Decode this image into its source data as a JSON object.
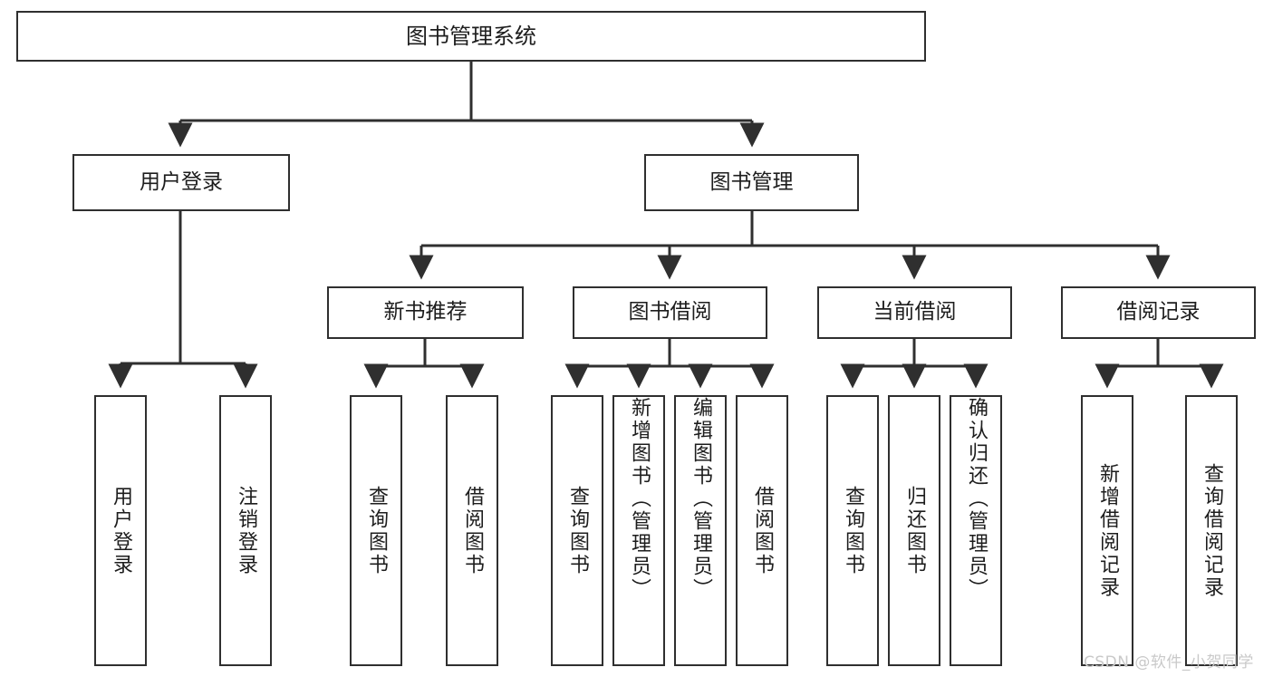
{
  "diagram": {
    "title": "图书管理系统",
    "watermark": "CSDN @软件_小贺同学",
    "colors": {
      "box_border": "#2f2f2f",
      "box_fill": "#ffffff",
      "connector": "#2f2f2f",
      "text": "#1d1d1d",
      "watermark": "#c9c9c9",
      "background": "#ffffff"
    },
    "levels": {
      "root": "图书管理系统",
      "level2": [
        "用户登录",
        "图书管理"
      ],
      "level3": [
        "新书推荐",
        "图书借阅",
        "当前借阅",
        "借阅记录"
      ]
    },
    "nodes": {
      "root": {
        "label": "图书管理系统"
      },
      "user_login": {
        "label": "用户登录"
      },
      "book_manage": {
        "label": "图书管理"
      },
      "new_book_rec": {
        "label": "新书推荐"
      },
      "book_borrow": {
        "label": "图书借阅"
      },
      "current_borrow": {
        "label": "当前借阅"
      },
      "borrow_record": {
        "label": "借阅记录"
      },
      "leaf_user_login": {
        "label": "用户登录"
      },
      "leaf_logout": {
        "label": "注销登录"
      },
      "leaf_query_book_1": {
        "label": "查询图书"
      },
      "leaf_borrow_book_1": {
        "label": "借阅图书"
      },
      "leaf_query_book_2": {
        "label": "查询图书"
      },
      "leaf_add_book": {
        "label": "新增图书（管理员）"
      },
      "leaf_edit_book": {
        "label": "编辑图书（管理员）"
      },
      "leaf_borrow_book_2": {
        "label": "借阅图书"
      },
      "leaf_query_book_3": {
        "label": "查询图书"
      },
      "leaf_return_book": {
        "label": "归还图书"
      },
      "leaf_confirm_return": {
        "label": "确认归还（管理员）"
      },
      "leaf_add_record": {
        "label": "新增借阅记录"
      },
      "leaf_query_record": {
        "label": "查询借阅记录"
      }
    },
    "tree": {
      "图书管理系统": {
        "用户登录": [
          "用户登录",
          "注销登录"
        ],
        "图书管理": {
          "新书推荐": [
            "查询图书",
            "借阅图书"
          ],
          "图书借阅": [
            "查询图书",
            "新增图书（管理员）",
            "编辑图书（管理员）",
            "借阅图书"
          ],
          "当前借阅": [
            "查询图书",
            "归还图书",
            "确认归还（管理员）"
          ],
          "借阅记录": [
            "新增借阅记录",
            "查询借阅记录"
          ]
        }
      }
    }
  }
}
